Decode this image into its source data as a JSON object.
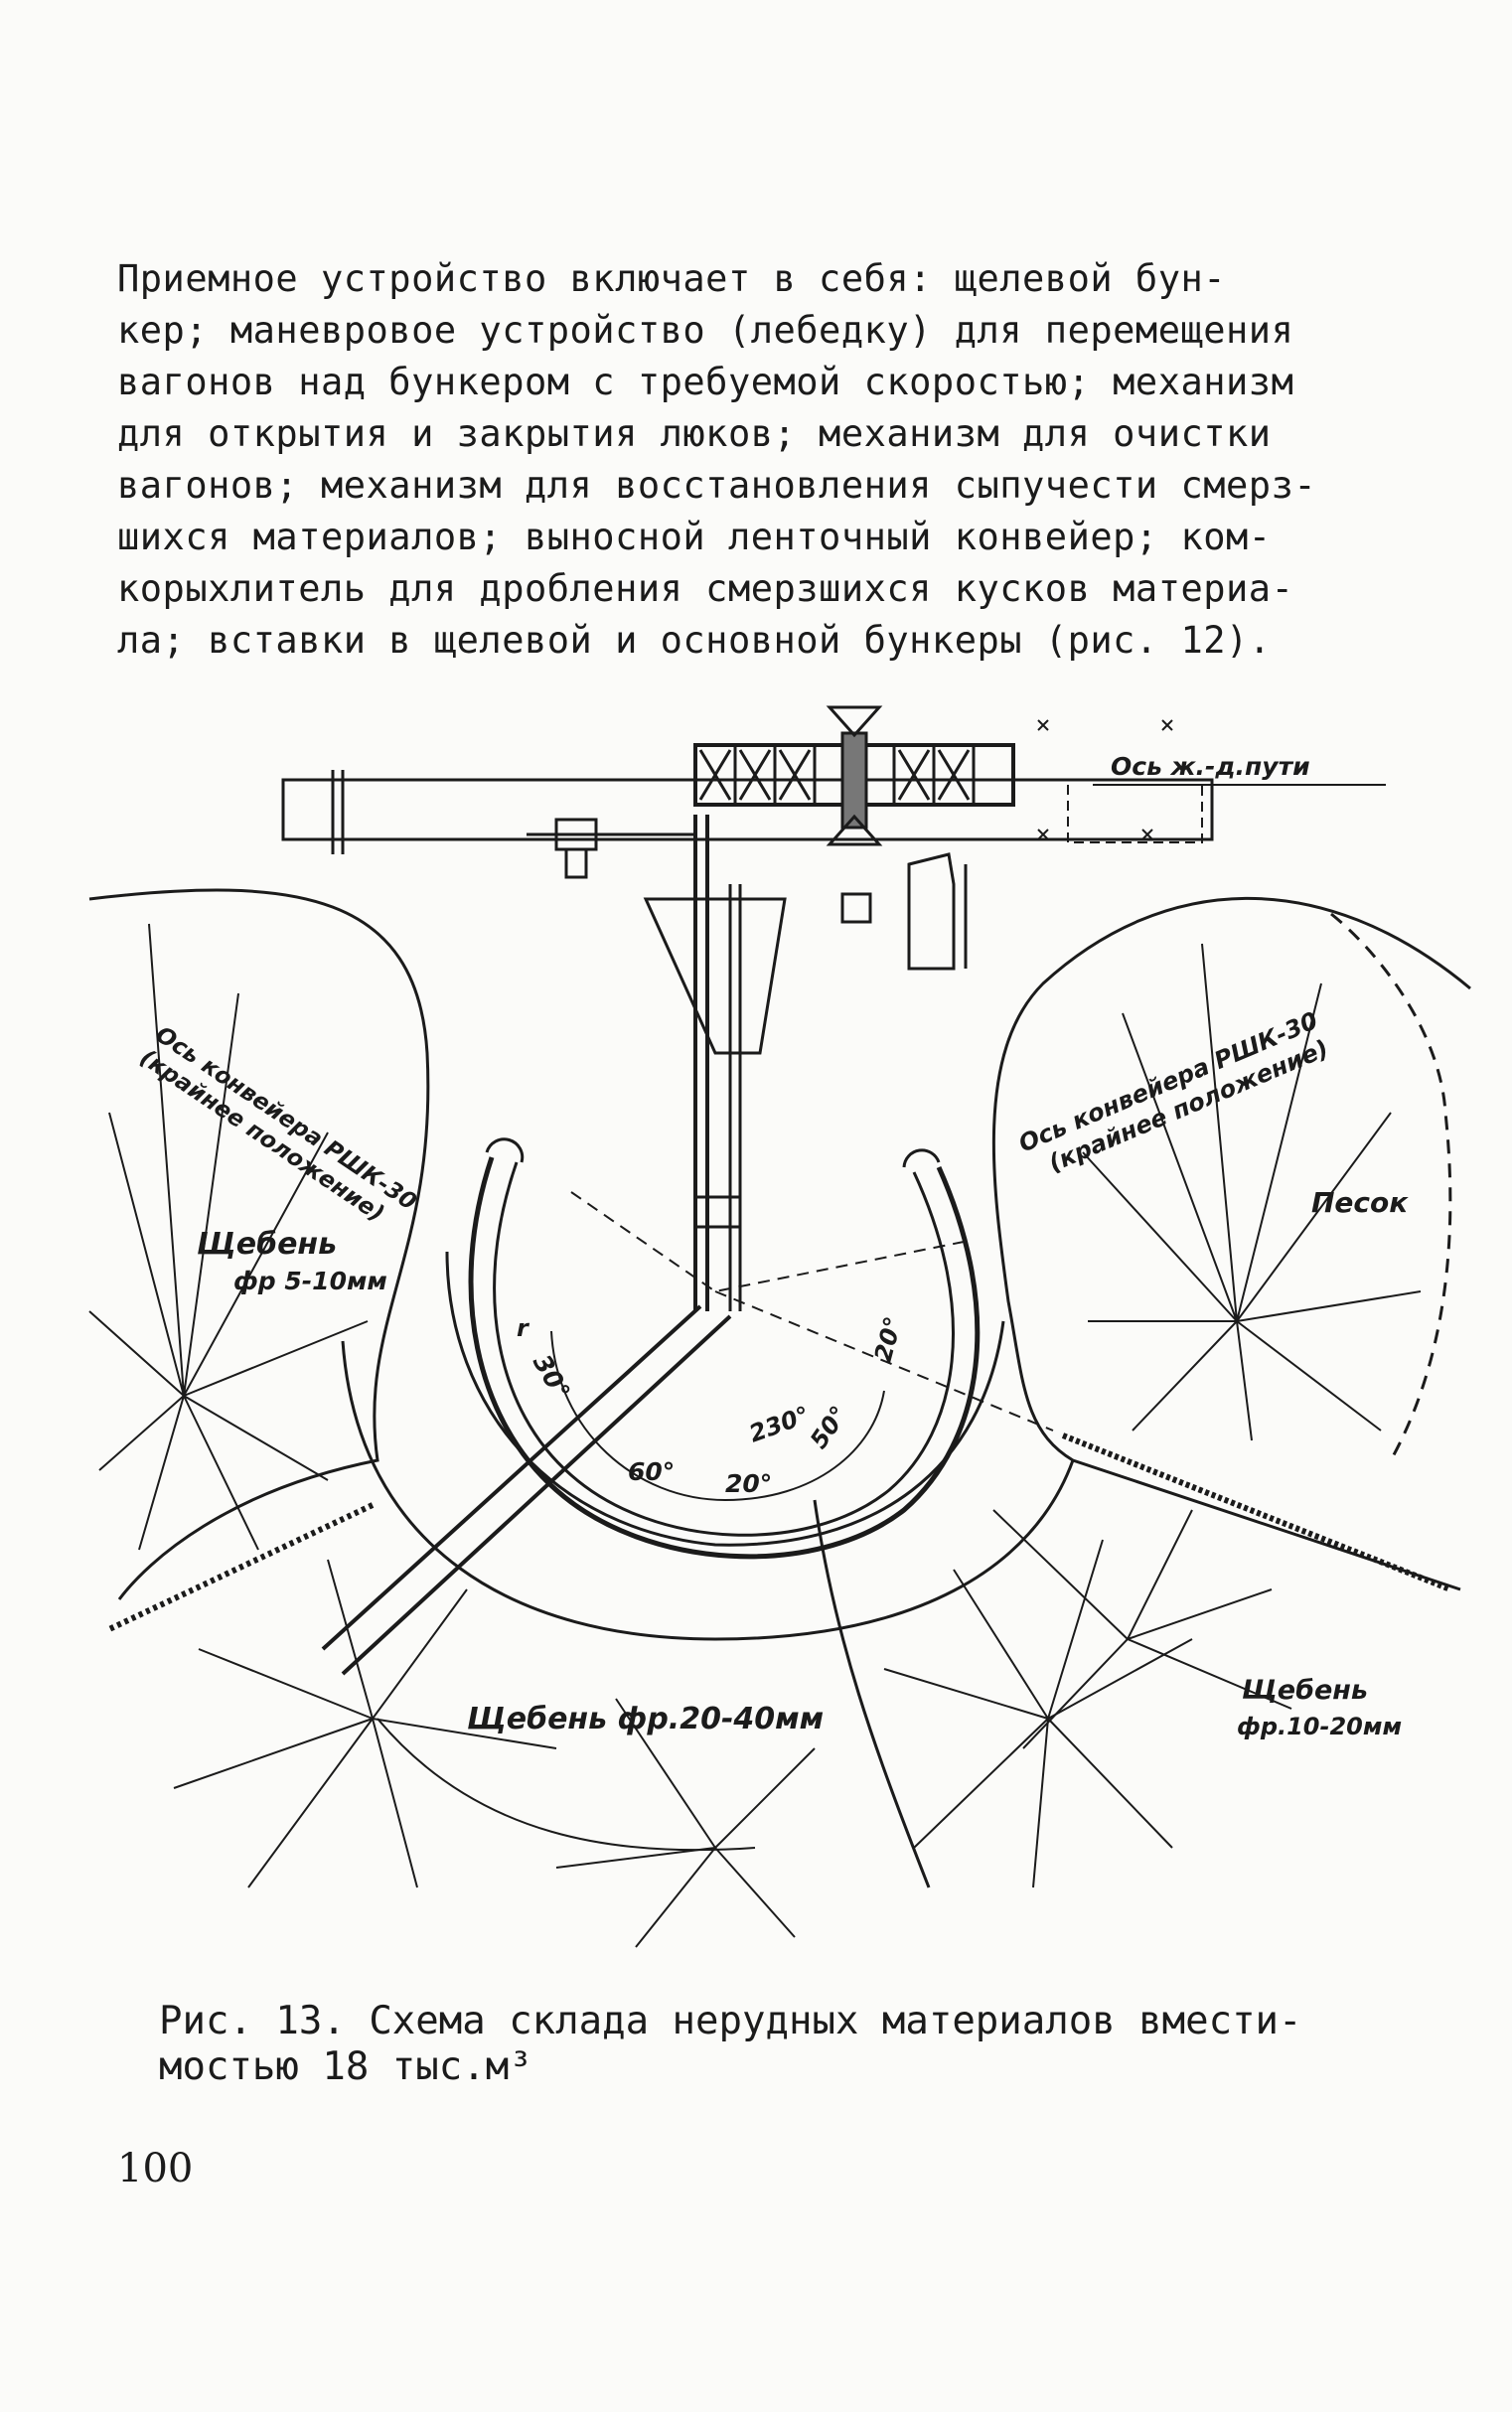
{
  "paragraph_lines": [
    "Приемное устройство включает в себя: щелевой бун-",
    "кер; маневровое устройство (лебедку) для перемещения",
    "вагонов над бункером с требуемой скоростью; механизм",
    "для открытия и закрытия люков; механизм для очистки",
    "вагонов; механизм для восстановления сыпучести смерз-",
    "шихся материалов; выносной ленточный конвейер; ком-",
    "корыхлитель для дробления смерзшихся кусков материа-",
    "ла; вставки в щелевой и основной бункеры (рис. 12)."
  ],
  "figure": {
    "rail_axis": "Ось ж.-д.пути",
    "left_conveyor_axis": "Ось конвейера РШК-30",
    "left_conveyor_pos": "(крайнее положение)",
    "right_conveyor_axis": "Ось конвейера РШК-30",
    "right_conveyor_pos": "(крайнее положение)",
    "sand": "Песок",
    "gravel_left_1": "Щебень",
    "gravel_left_2": "фр 5-10мм",
    "gravel_bottom": "Щебень фр.20-40мм",
    "gravel_right_1": "Щебень",
    "gravel_right_2": "фр.10-20мм",
    "angle_30": "30°",
    "angle_230": "230°",
    "angle_50": "50°",
    "angle_60": "60°",
    "angle_20a": "20°",
    "angle_20b": "20°",
    "mark_r": "r"
  },
  "caption_lines": [
    "Рис. 13. Схема склада нерудных материалов вмести-",
    "мостью 18 тыс.м³"
  ],
  "page_number": "100"
}
